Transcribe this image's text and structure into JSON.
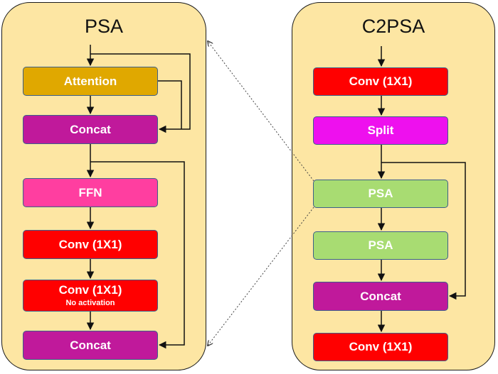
{
  "psa_panel": {
    "title": "PSA",
    "blocks": [
      {
        "label": "Attention",
        "sub": "",
        "color": "#e0a800"
      },
      {
        "label": "Concat",
        "sub": "",
        "color": "#c0199b"
      },
      {
        "label": "FFN",
        "sub": "",
        "color": "#ff3ea0"
      },
      {
        "label": "Conv (1X1)",
        "sub": "",
        "color": "#ff0000"
      },
      {
        "label": "Conv (1X1)",
        "sub": "No activation",
        "color": "#ff0000"
      },
      {
        "label": "Concat",
        "sub": "",
        "color": "#c0199b"
      }
    ]
  },
  "c2psa_panel": {
    "title": "C2PSA",
    "blocks": [
      {
        "label": "Conv (1X1)",
        "color": "#ff0000"
      },
      {
        "label": "Split",
        "color": "#ee10ee"
      },
      {
        "label": "PSA",
        "color": "#a8dc72"
      },
      {
        "label": "PSA",
        "color": "#a8dc72"
      },
      {
        "label": "Concat",
        "color": "#c0199b"
      },
      {
        "label": "Conv (1X1)",
        "color": "#ff0000"
      }
    ]
  },
  "colors": {
    "panel_fill": "#fde6a3",
    "block_border": "#3b5f8a",
    "arrow": "#111111"
  }
}
